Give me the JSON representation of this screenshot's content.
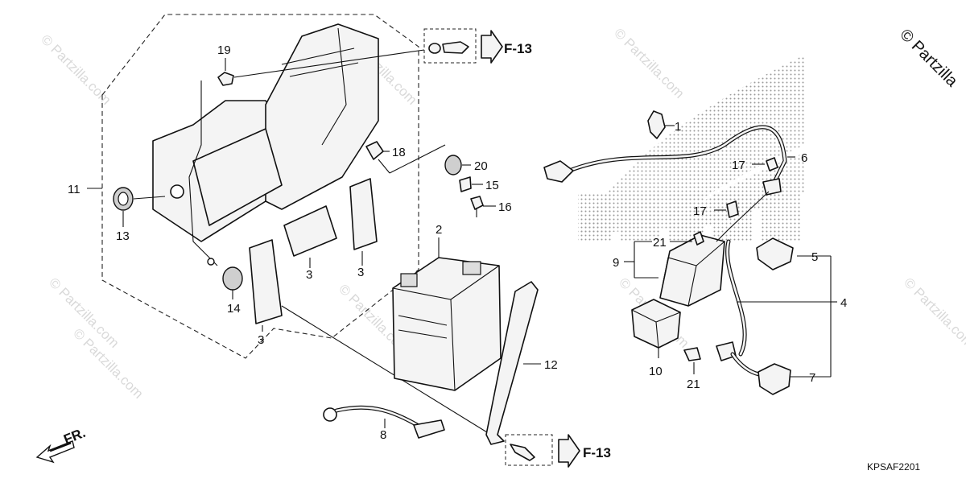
{
  "watermarks": {
    "small": [
      "© Partzilla.com",
      "© Partzilla.com",
      "© Partzilla.com",
      "© Partzilla.com",
      "© Partzilla.com",
      "© Partzilla.com",
      "© Partzilla.com",
      "© Partzilla.com"
    ],
    "corner": "© Partzilla"
  },
  "references": {
    "upper": "F-13",
    "lower": "F-13"
  },
  "direction_label": "FR.",
  "diagram_code": "KPSAF2201",
  "part_labels": {
    "p1": "1",
    "p2": "2",
    "p3a": "3",
    "p3b": "3",
    "p3c": "3",
    "p4": "4",
    "p5": "5",
    "p6": "6",
    "p7": "7",
    "p8": "8",
    "p9": "9",
    "p10": "10",
    "p11": "11",
    "p12": "12",
    "p13": "13",
    "p14": "14",
    "p15": "15",
    "p16": "16",
    "p17a": "17",
    "p17b": "17",
    "p18": "18",
    "p19": "19",
    "p20": "20",
    "p21a": "21",
    "p21b": "21"
  },
  "colors": {
    "line": "#111111",
    "part_fill": "#f4f4f4",
    "watermark": "#d9d9d9",
    "logo_dots": "#9a9a9a"
  }
}
